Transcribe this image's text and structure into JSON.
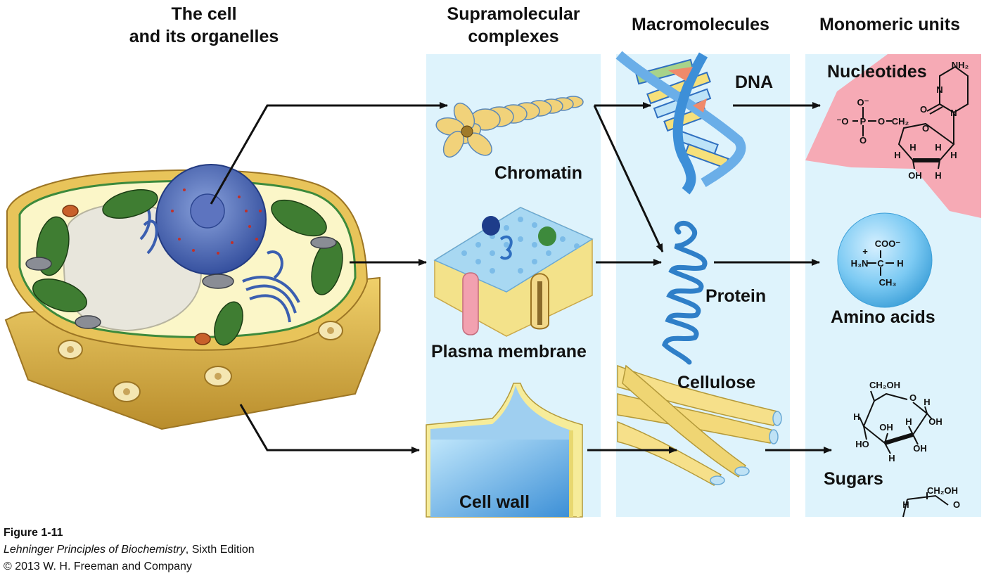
{
  "headers": {
    "cell_line1": "The cell",
    "cell_line2": "and its organelles",
    "supramolecular_line1": "Supramolecular",
    "supramolecular_line2": "complexes",
    "macromolecules": "Macromolecules",
    "monomeric": "Monomeric units"
  },
  "labels": {
    "chromatin": "Chromatin",
    "plasma_membrane": "Plasma membrane",
    "cell_wall": "Cell wall",
    "dna": "DNA",
    "protein": "Protein",
    "cellulose": "Cellulose",
    "nucleotides": "Nucleotides",
    "amino_acids": "Amino acids",
    "sugars": "Sugars"
  },
  "chem": {
    "nh2": "NH₂",
    "o_minus": "O⁻",
    "phosphate_o_minus": "⁻O",
    "p": "P",
    "o": "O",
    "ch2": "CH₂",
    "n": "N",
    "h": "H",
    "oh": "OH",
    "coo_minus": "COO⁻",
    "h3n": "H₃N",
    "plus": "+",
    "c": "C",
    "ch3": "CH₃",
    "ch2oh": "CH₂OH",
    "ho": "HO"
  },
  "caption": {
    "figure": "Figure 1-11",
    "book_title": "Lehninger Principles of Biochemistry",
    "edition": ", Sixth Edition",
    "copyright": "© 2013 W. H. Freeman and Company"
  },
  "colors": {
    "panel_bg": "#def3fc",
    "nucleotide_bg": "#f6aab5",
    "amino_sphere": "#6cc3f0",
    "cell_wall_tan": "#d9b24a",
    "chloroplast_green": "#2f6e2a",
    "nucleus_blue": "#4a68b8",
    "arrow": "#111111"
  }
}
